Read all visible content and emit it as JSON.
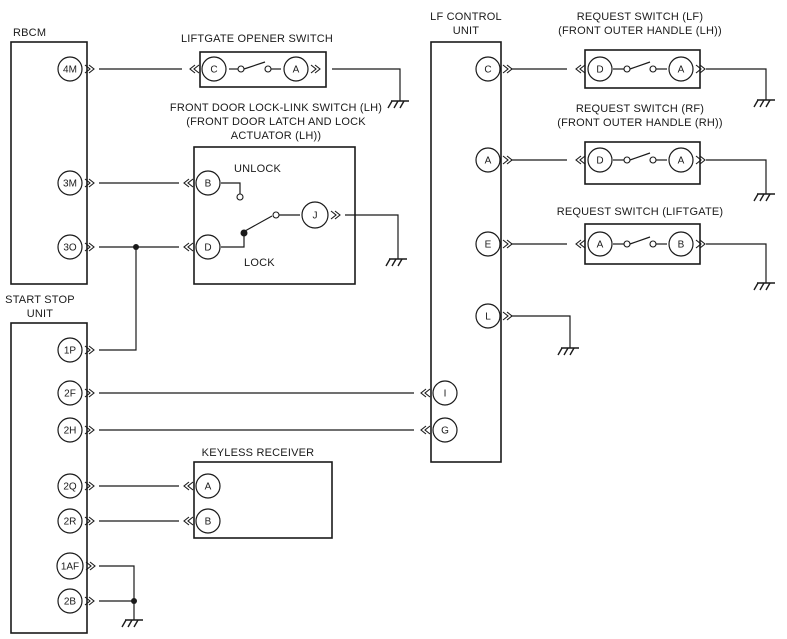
{
  "components": {
    "rbcm": "RBCM",
    "start_stop_unit": [
      "START STOP",
      "UNIT"
    ],
    "lf_control_unit": [
      "LF CONTROL",
      "UNIT"
    ],
    "liftgate_opener_switch": "LIFTGATE OPENER SWITCH",
    "front_door_lock_link_switch": [
      "FRONT DOOR LOCK-LINK SWITCH (LH)",
      "(FRONT DOOR LATCH AND LOCK",
      "ACTUATOR (LH))"
    ],
    "request_switch_lf": [
      "REQUEST SWITCH (LF)",
      "(FRONT OUTER HANDLE (LH))"
    ],
    "request_switch_rf": [
      "REQUEST SWITCH (RF)",
      "(FRONT OUTER HANDLE (RH))"
    ],
    "request_switch_liftgate": "REQUEST SWITCH (LIFTGATE)",
    "keyless_receiver": "KEYLESS RECEIVER"
  },
  "labels": {
    "unlock": "UNLOCK",
    "lock": "LOCK"
  },
  "pins": {
    "rbcm_4m": "4M",
    "rbcm_3m": "3M",
    "rbcm_3o": "3O",
    "ssu_1p": "1P",
    "ssu_2f": "2F",
    "ssu_2h": "2H",
    "ssu_2q": "2Q",
    "ssu_2r": "2R",
    "ssu_1af": "1AF",
    "ssu_2b": "2B",
    "lgo_c": "C",
    "lgo_a": "A",
    "fdl_b": "B",
    "fdl_d": "D",
    "fdl_j": "J",
    "kr_a": "A",
    "kr_b": "B",
    "lfcu_c": "C",
    "lfcu_a": "A",
    "lfcu_e": "E",
    "lfcu_l": "L",
    "lfcu_i": "I",
    "lfcu_g": "G",
    "rslf_d": "D",
    "rslf_a": "A",
    "rsrf_d": "D",
    "rsrf_a": "A",
    "rslg_a": "A",
    "rslg_b": "B"
  }
}
